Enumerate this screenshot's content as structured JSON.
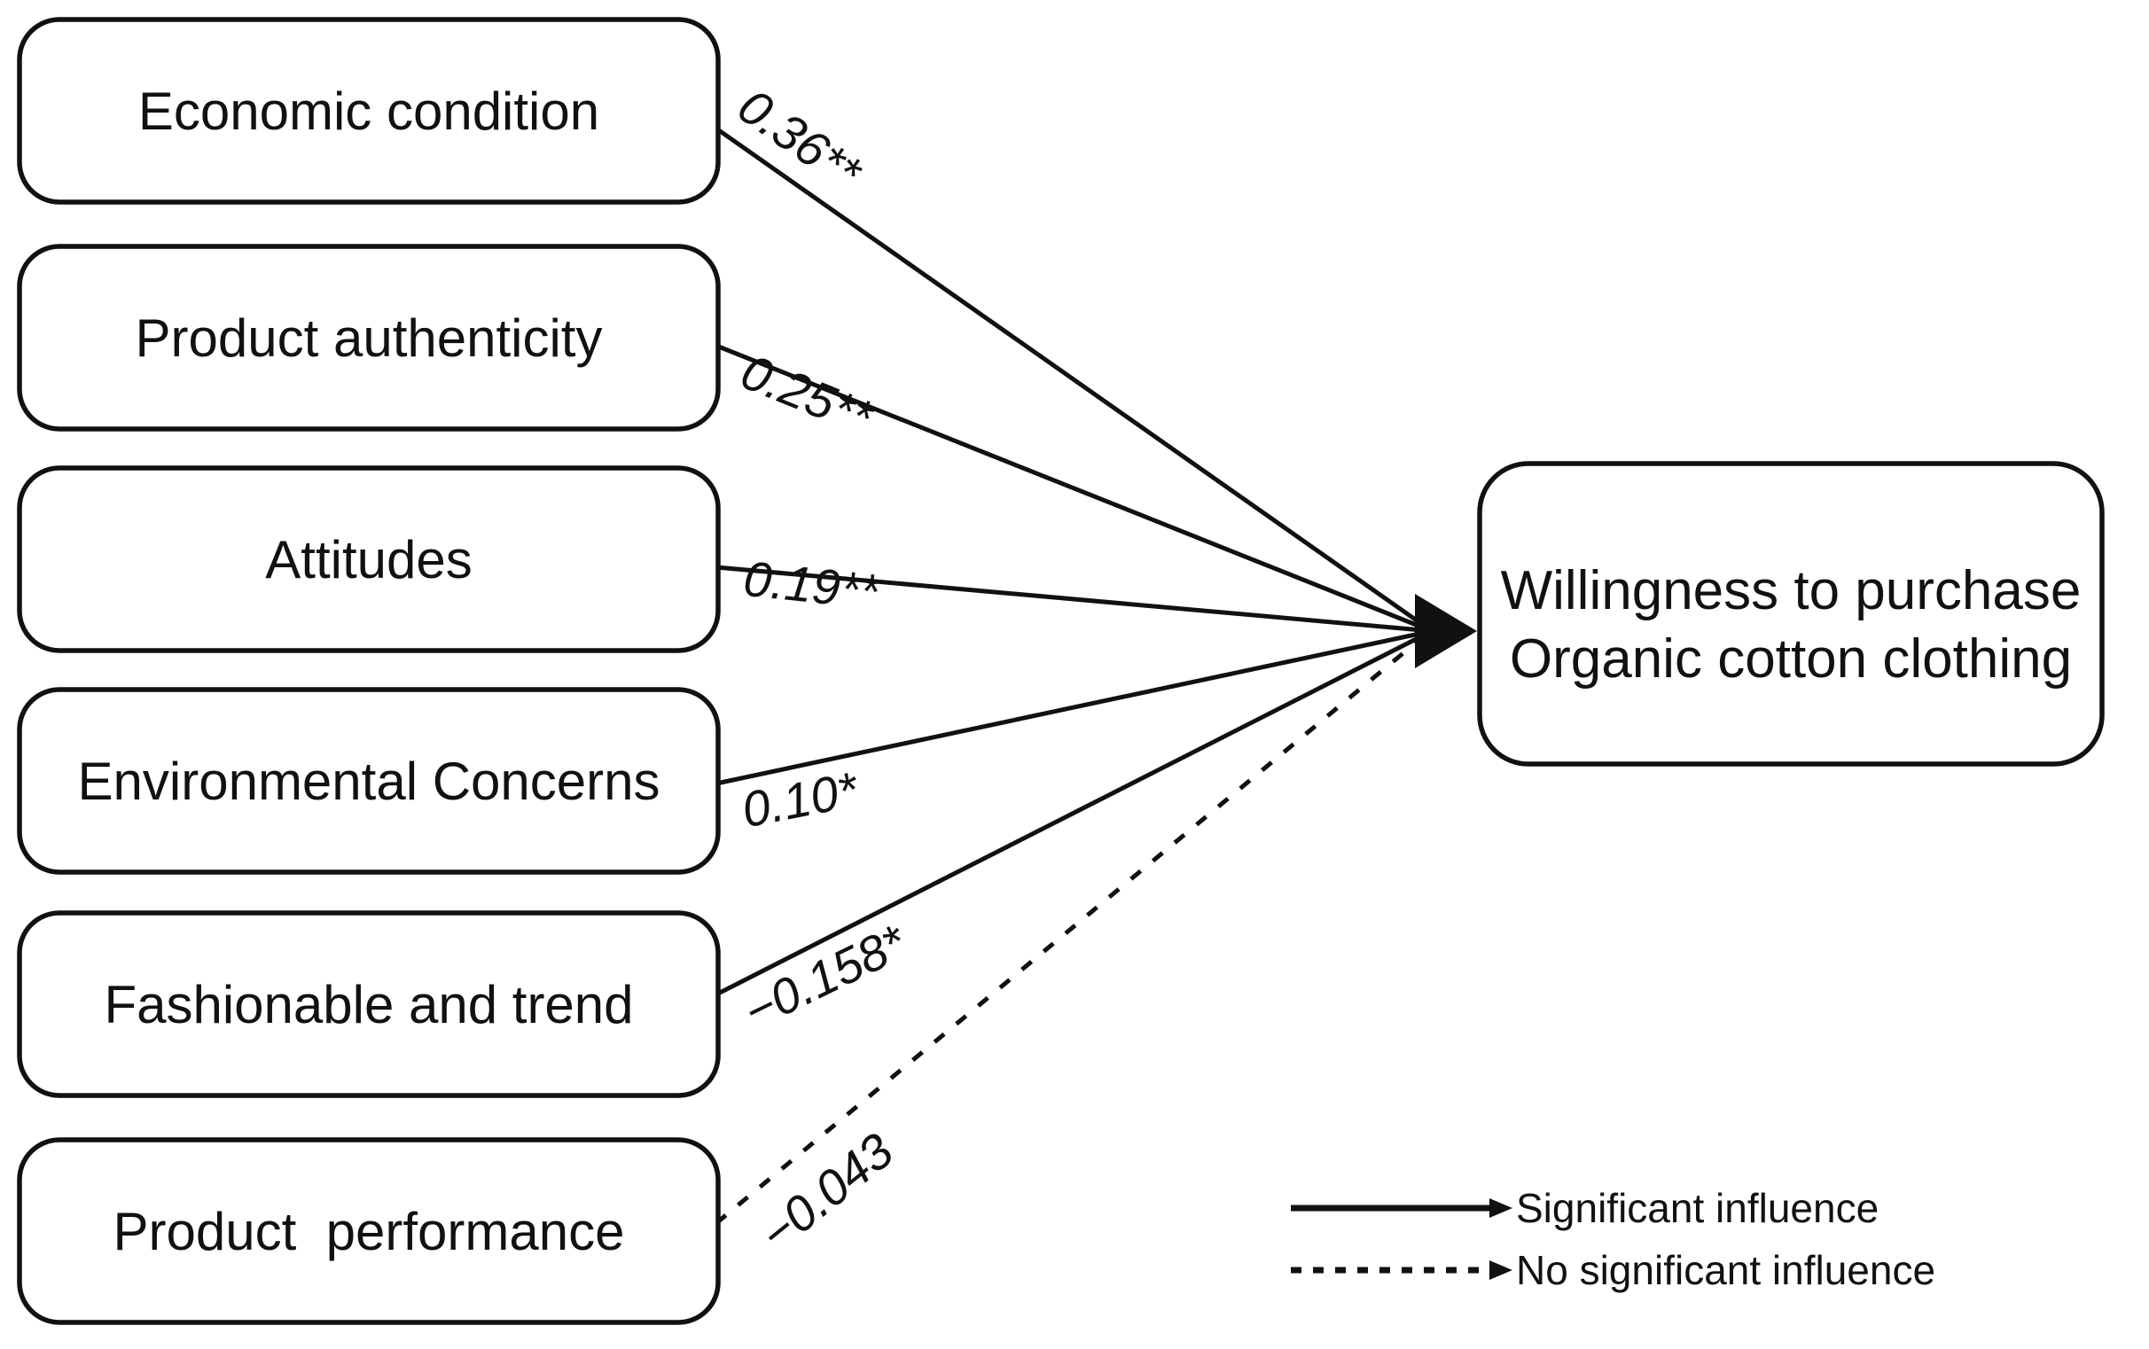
{
  "figure": {
    "background": "#ffffff",
    "ink": "#111111",
    "factors": [
      {
        "label": "Economic condition",
        "coefficient": "0.36**",
        "influence": "significant"
      },
      {
        "label": "Product authenticity",
        "coefficient": "0.25**",
        "influence": "significant"
      },
      {
        "label": "Attitudes",
        "coefficient": "0.19**",
        "influence": "significant"
      },
      {
        "label": "Environmental Concerns",
        "coefficient": "0.10*",
        "influence": "significant"
      },
      {
        "label": "Fashionable and trend",
        "coefficient": "−0.158*",
        "influence": "significant"
      },
      {
        "label": "Product  performance",
        "coefficient": "−0.043",
        "influence": "not-significant"
      }
    ],
    "outcome": {
      "line1": "Willingness to purchase",
      "line2": "Organic cotton clothing"
    },
    "legend": {
      "significant": {
        "label": "Significant influence",
        "line_style": "solid"
      },
      "not_significant": {
        "label": "No significant influence",
        "line_style": "dashed"
      }
    }
  }
}
